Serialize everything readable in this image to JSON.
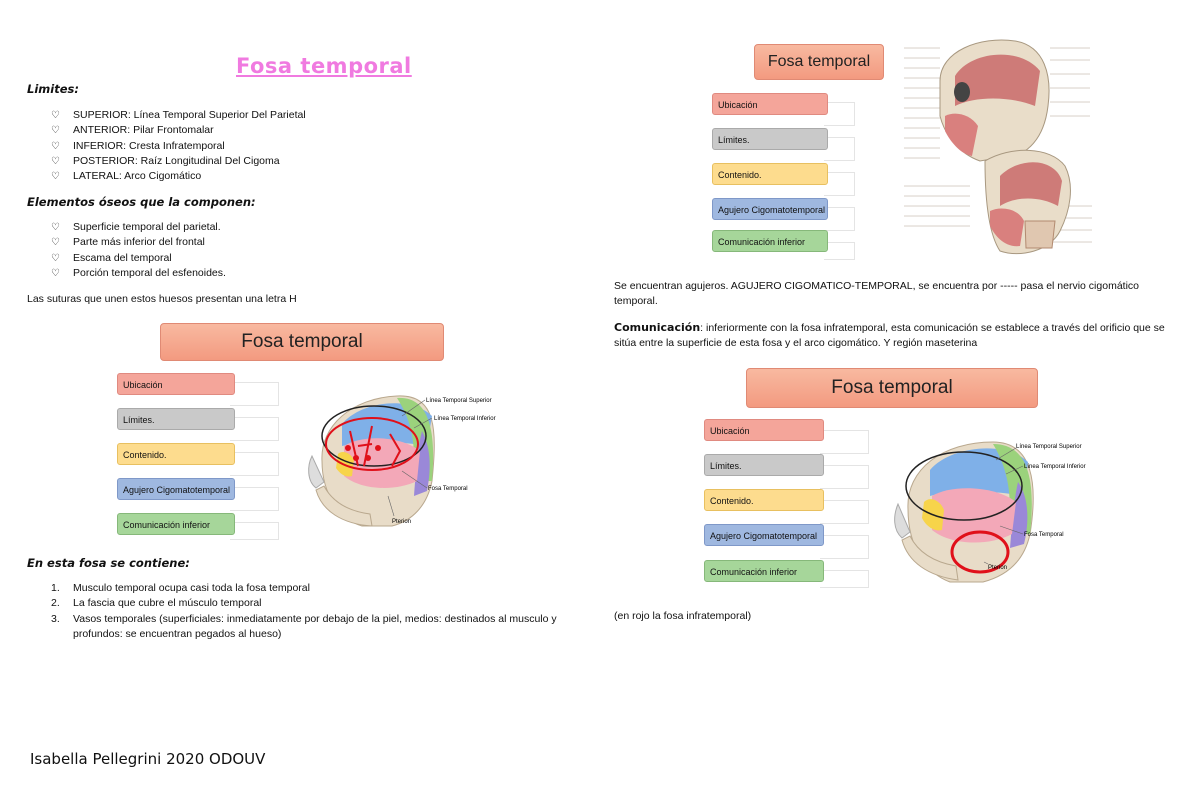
{
  "title": "Fosa temporal",
  "limites": {
    "heading": "Limites:",
    "items": [
      "SUPERIOR: Línea Temporal Superior Del Parietal",
      "ANTERIOR: Pilar Frontomalar",
      "INFERIOR: Cresta Infratemporal",
      "POSTERIOR: Raíz Longitudinal Del Cigoma",
      "LATERAL: Arco Cigomático"
    ]
  },
  "elementos": {
    "heading": "Elementos óseos que la componen:",
    "items": [
      "Superficie temporal del parietal.",
      "Parte más inferior del frontal",
      "Escama del temporal",
      "Porción temporal del esfenoides."
    ]
  },
  "suturas": "Las suturas que unen estos huesos presentan una letra H",
  "contiene": {
    "heading": "En esta fosa se contiene:",
    "items": [
      {
        "num": "1.",
        "text": "Musculo temporal ocupa casi toda la fosa temporal"
      },
      {
        "num": "2.",
        "text": "La fascia que cubre el músculo temporal"
      },
      {
        "num": "3.",
        "text": "Vasos temporales (superficiales: inmediatamente por debajo de la piel, medios: destinados al musculo y profundos: se encuentran pegados al hueso)"
      }
    ]
  },
  "bullet_symbol": "♡",
  "slide": {
    "title": "Fosa temporal",
    "menu": [
      "Ubicación",
      "Límites.",
      "Contenido.",
      "Agujero Cigomatotemporal",
      "Comunicación inferior"
    ],
    "labels": {
      "sup": "Línea Temporal Superior",
      "inf": "Línea Temporal Inferior",
      "fosa": "Fosa Temporal",
      "pterion": "Pterion"
    }
  },
  "right": {
    "agujeros": "Se encuentran agujeros. AGUJERO CIGOMATICO-TEMPORAL, se encuentra por ----- pasa el nervio cigomático temporal.",
    "comunicacion_head": "Comunicación",
    "comunicacion_text": ": inferiormente con la fosa infratemporal, esta comunicación se establece a través del orificio que se sitúa entre la superficie de esta fosa y el arco cigomático. Y región maseterina",
    "caption": "(en rojo la fosa infratemporal)"
  },
  "footer": "Isabella Pellegrini 2020 ODOUV",
  "colors": {
    "title_pink": "#f07ae0",
    "menu_ubicacion": "#f4a59a",
    "menu_limites": "#c9c9c9",
    "menu_contenido": "#fddc8e",
    "menu_agujero": "#9fb8e0",
    "menu_comunicacion": "#a6d69a",
    "annotation_red": "#e0101a"
  }
}
